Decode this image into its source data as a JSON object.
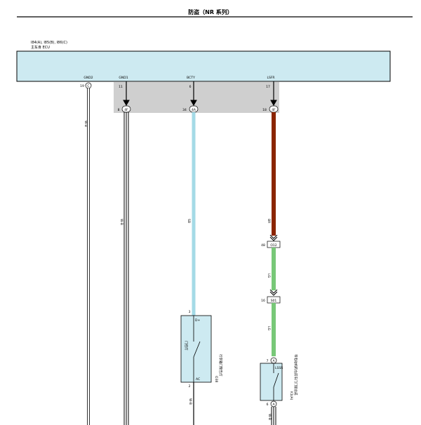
{
  "header": {
    "title": "防盗（NR 系列）"
  },
  "ecu": {
    "connectors": "I84(A), I85(B), I86(C)",
    "name": "主车身 ECU"
  },
  "pins": [
    {
      "name": "GND2",
      "num": "19",
      "conn": "C"
    },
    {
      "name": "GND1",
      "num": "11",
      "junction": "4F",
      "jnum": "8"
    },
    {
      "name": "BCTY",
      "num": "6",
      "junction": "4A",
      "jnum": "34"
    },
    {
      "name": "LSFR",
      "num": "17",
      "junction": "4F",
      "jnum": "18"
    }
  ],
  "wires": [
    {
      "color_label": "W-B",
      "color": "#ffffff"
    },
    {
      "color_label": "W-B",
      "color": "#ffffff"
    },
    {
      "color_label": "SB",
      "color": "#a4dae6"
    },
    {
      "color_label": "BR",
      "color": "#8b2500"
    },
    {
      "color_label": "LG",
      "color": "#78c878"
    },
    {
      "color_label": "LG",
      "color": "#78c878"
    }
  ],
  "inline": [
    {
      "id": "O12",
      "pin": "48"
    },
    {
      "id": "S01",
      "pin": "16"
    }
  ],
  "switch1": {
    "code": "O38",
    "name": "行李箱门警告灯",
    "label": "门控灯",
    "pin_d": "D+",
    "pin_a": "AC",
    "pin_top": "3",
    "pin_bottom": "2",
    "ground_label": "W-B"
  },
  "switch2": {
    "code": "K1(A)",
    "name": "带电动机的左前车门门锁总成",
    "label": "LSSR",
    "conn": "A",
    "pin_top": "7",
    "pin_bottom": "6",
    "ground_label": "W-B"
  },
  "colors": {
    "ecu_fill": "#cdeaf1",
    "junction_fill": "#cfcfcf",
    "line": "#000000"
  }
}
